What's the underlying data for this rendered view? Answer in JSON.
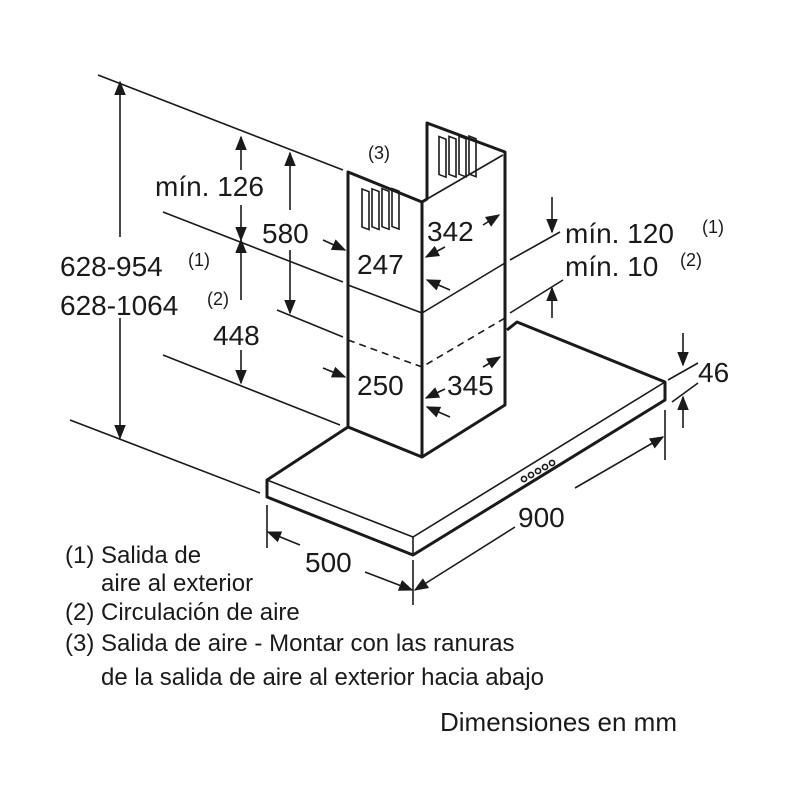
{
  "dimensions": {
    "note3": "(3)",
    "min126": "mín. 126",
    "d580": "580",
    "d247": "247",
    "d342": "342",
    "min120": "mín. 120",
    "min120_ref": "(1)",
    "min10": "mín. 10",
    "min10_ref": "(2)",
    "height1": "628-954",
    "height1_ref": "(1)",
    "height2": "628-1064",
    "height2_ref": "(2)",
    "d448": "448",
    "d250": "250",
    "d345": "345",
    "d46": "46",
    "d900": "900",
    "d500": "500"
  },
  "legend": [
    "(1) Salida de",
    "aire al exterior",
    "(2) Circulación de aire",
    "(3) Salida de aire - Montar con las ranuras",
    "de la salida de aire al exterior hacia abajo"
  ],
  "units_note": "Dimensiones en mm"
}
